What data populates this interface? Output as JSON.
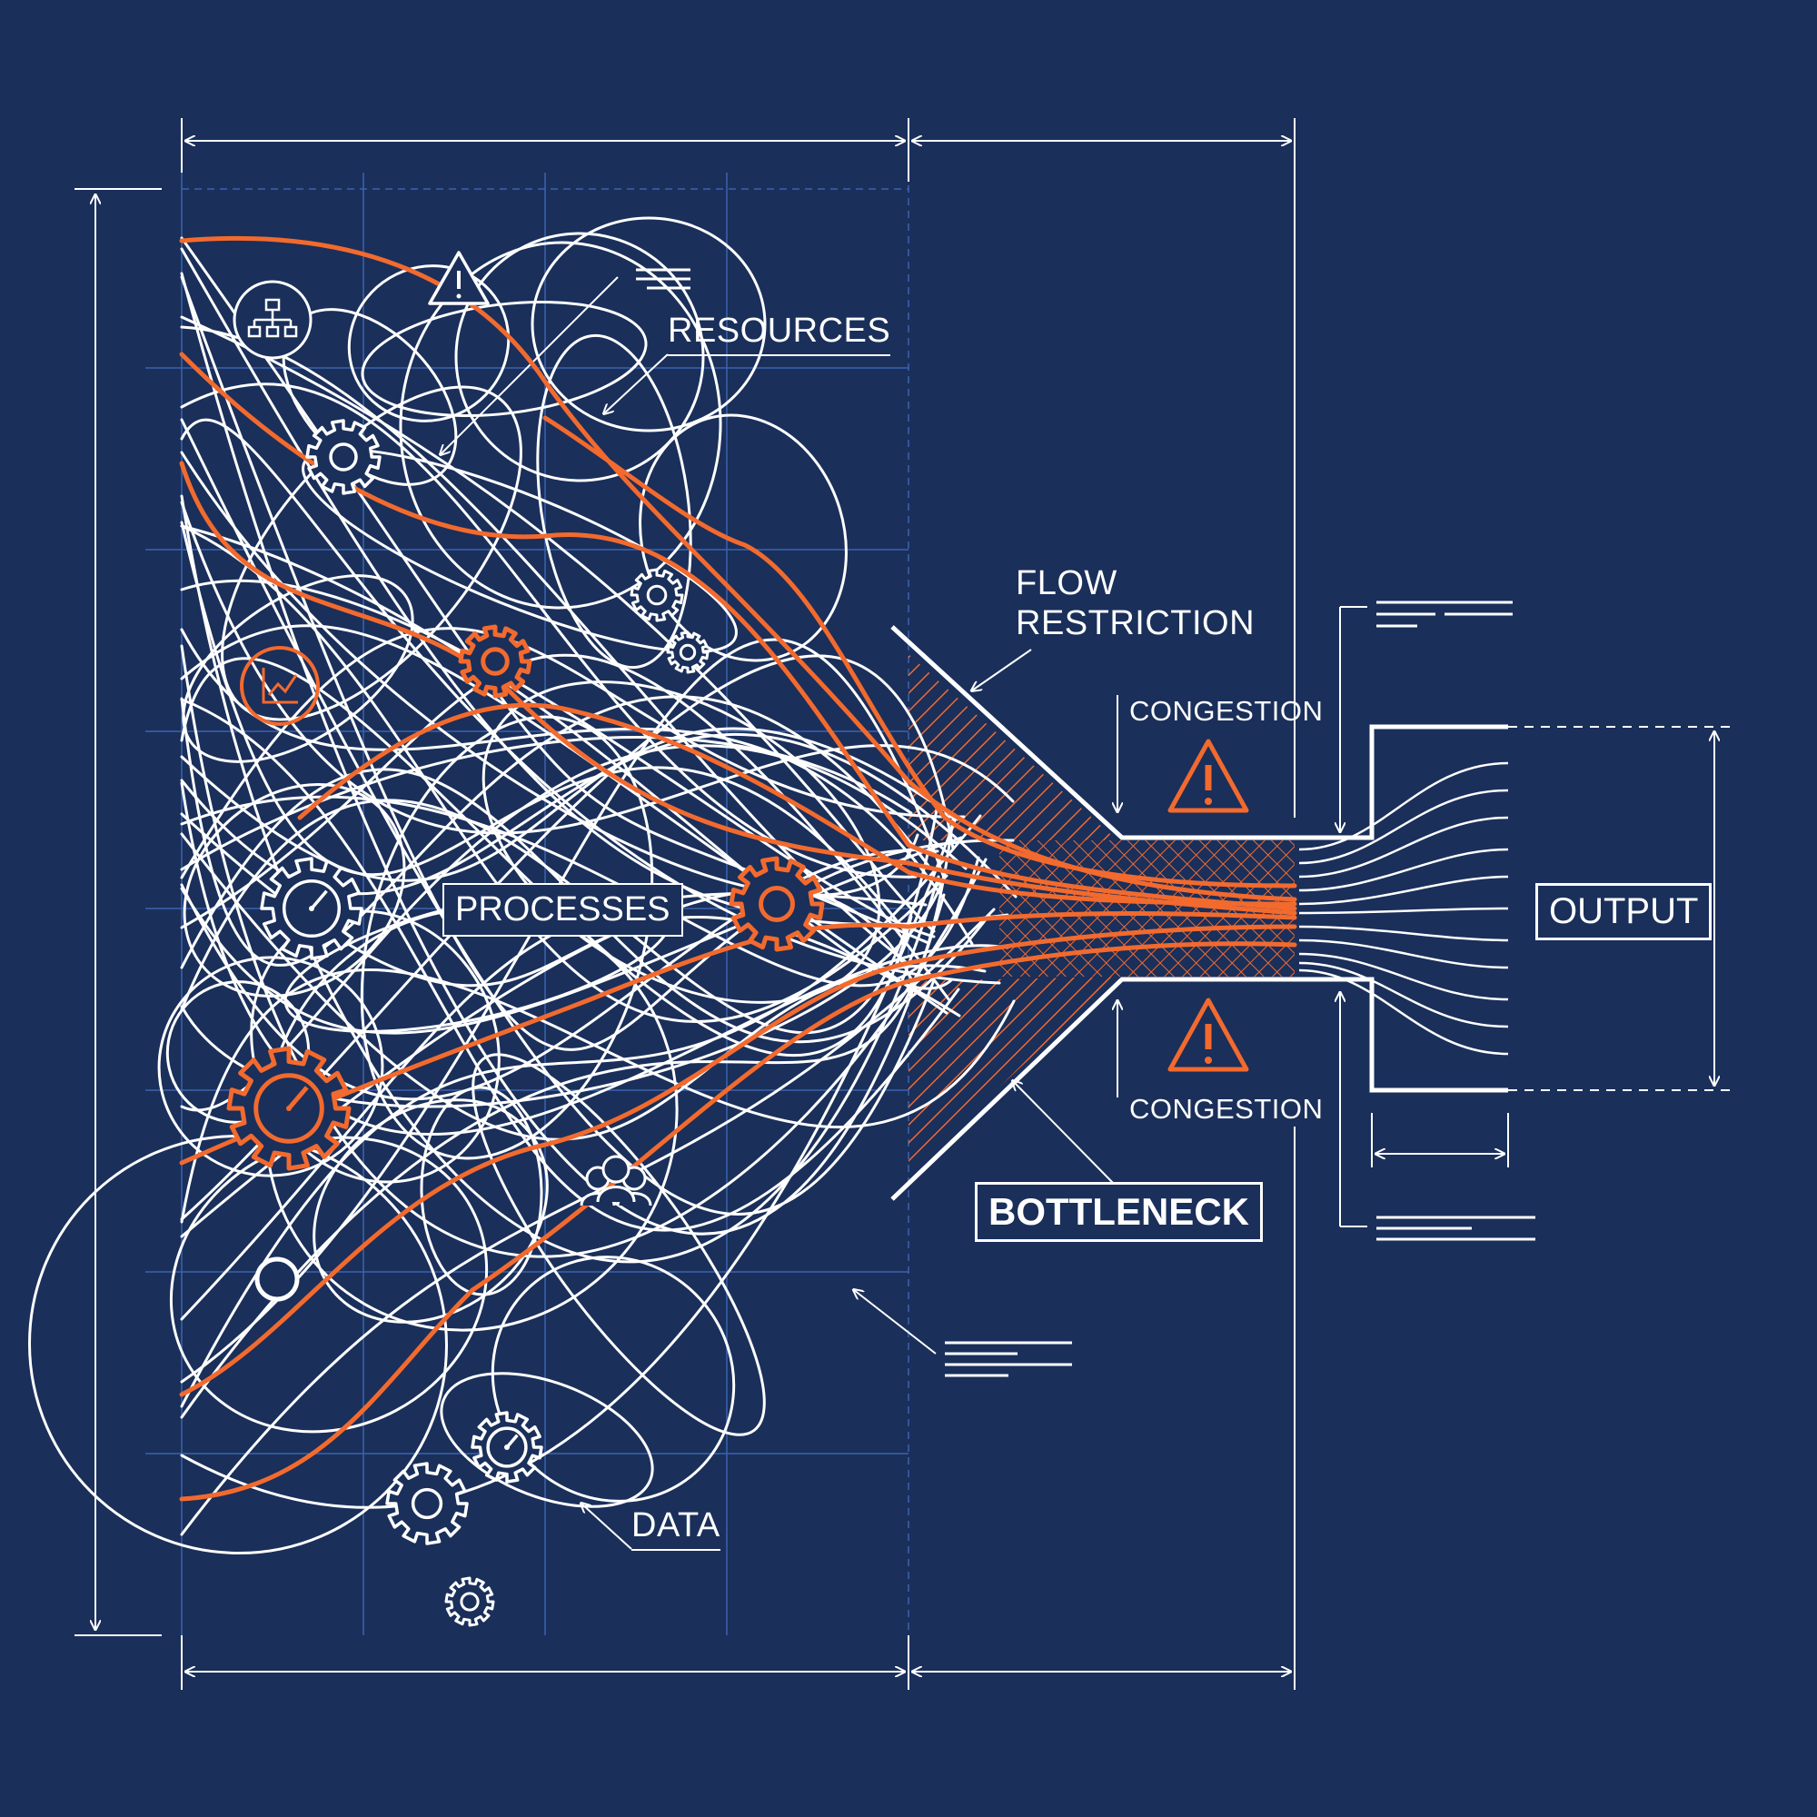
{
  "labels": {
    "resources": "RESOURCES",
    "processes": "PROCESSES",
    "data": "DATA",
    "flow_restriction_line1": "FLOW",
    "flow_restriction_line2": "RESTRICTION",
    "congestion_top": "CONGESTION",
    "congestion_bottom": "CONGESTION",
    "bottleneck": "BOTTLENECK",
    "output": "OUTPUT"
  },
  "colors": {
    "background": "#1a2f5a",
    "line": "#ffffff",
    "accent": "#f26a2e",
    "grid": "#3a63b0"
  },
  "icons": [
    "hierarchy-icon",
    "warning-icon",
    "gear-icon",
    "trend-chart-icon",
    "gauge-gear-icon",
    "people-icon",
    "node-circle-icon"
  ]
}
